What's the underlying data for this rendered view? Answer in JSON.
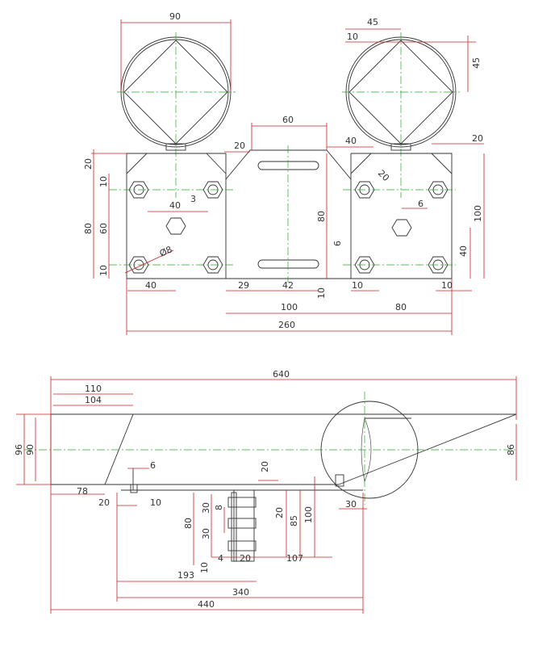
{
  "colors": {
    "dimension": "#cc2222",
    "outline": "#333333",
    "centerline": "#22aa22",
    "background": "#ffffff"
  },
  "top_view": {
    "labels": {
      "clamp_left_dia": "90",
      "clamp_right_dia": "45",
      "clamp_right_offset": "10",
      "clamp_right_height": "45",
      "slot_length": "60",
      "chamfer_left": "20",
      "gap_right": "40",
      "chamfer_right": "20",
      "plate_top_left": "20",
      "ribs_left_a": "10",
      "ribs_left_b": "60",
      "ribs_left_c": "10",
      "left_total_height": "80",
      "bolt_spacing": "40",
      "pin_dia": "3",
      "hole_dia": "Ø8",
      "left_bottom_width": "40",
      "mid_height": "80",
      "slot_gap": "6",
      "mid_bottom_offset": "10",
      "mid_left_offset": "29",
      "mid_slot_pos": "42",
      "mid_width": "100",
      "right_width": "80",
      "right_left_offset": "10",
      "right_right_offset": "10",
      "right_height": "100",
      "right_lower": "40",
      "right_pin": "6",
      "right_angle": "20",
      "overall_width": "260"
    }
  },
  "side_view": {
    "labels": {
      "overall_length": "640",
      "tube_length": "110",
      "tube_inner": "104",
      "outer_height": "96",
      "inner_height": "90",
      "end_height": "86",
      "bolt_dia": "6",
      "offset_left": "78",
      "slot_offset": "20",
      "pin_offset": "10",
      "bracket_20a": "20",
      "bracket_30a": "30",
      "bracket_8": "8",
      "bracket_30b": "30",
      "bracket_80": "80",
      "bracket_10": "10",
      "bracket_4": "4",
      "bracket_20b": "20",
      "bracket_20c": "20",
      "bracket_85": "85",
      "bracket_100": "100",
      "bracket_107": "107",
      "clamp_30": "30",
      "pos_193": "193",
      "pos_340": "340",
      "pos_440": "440"
    }
  }
}
